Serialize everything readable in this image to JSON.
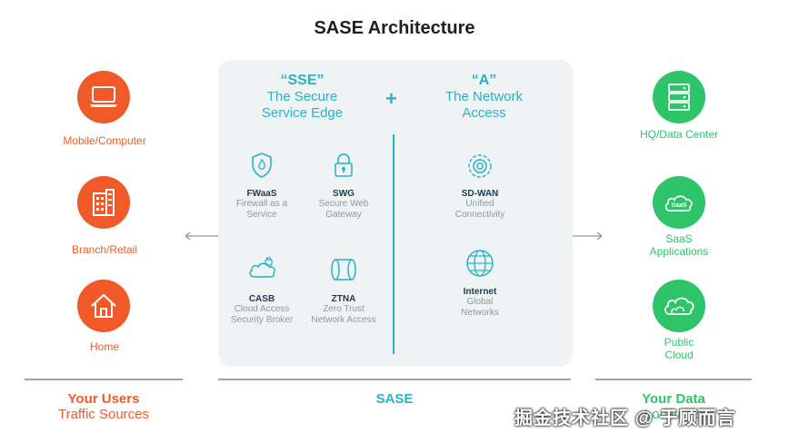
{
  "title": "SASE Architecture",
  "users": {
    "items": [
      {
        "label": "Mobile/Computer",
        "icon": "laptop-icon"
      },
      {
        "label": "Branch/Retail",
        "icon": "building-icon"
      },
      {
        "label": "Home",
        "icon": "house-icon"
      }
    ],
    "footer_bold": "Your Users",
    "footer_light": "Traffic Sources"
  },
  "sse": {
    "quote": "“SSE”",
    "line1": "The Secure",
    "line2": "Service Edge",
    "features": [
      {
        "name": "FWaaS",
        "desc1": "Firewall as a",
        "desc2": "Service",
        "desc3": "",
        "icon": "shield-icon"
      },
      {
        "name": "SWG",
        "desc1": "Secure Web",
        "desc2": "Gateway",
        "desc3": "",
        "icon": "lock-icon"
      },
      {
        "name": "CASB",
        "desc1": "Cloud Access",
        "desc2": "Security Broker",
        "desc3": "",
        "icon": "cloud-lock-icon"
      },
      {
        "name": "ZTNA",
        "desc1": "Zero Trust",
        "desc2": "Network Access",
        "desc3": "",
        "icon": "tunnel-icon"
      }
    ]
  },
  "plus": "+",
  "access": {
    "quote": "“A”",
    "line1": "The Network",
    "line2": "Access",
    "features": [
      {
        "name": "SD-WAN",
        "desc1": "Unified",
        "desc2": "Connectivity",
        "icon": "network-gear-icon"
      },
      {
        "name": "Internet",
        "desc1": "Global",
        "desc2": "Networks",
        "icon": "globe-icon"
      }
    ]
  },
  "sase_label": "SASE",
  "data": {
    "items": [
      {
        "label1": "HQ/Data Center",
        "label2": "",
        "icon": "server-icon"
      },
      {
        "label1": "SaaS",
        "label2": "Applications",
        "icon": "saas-cloud-icon"
      },
      {
        "label1": "Public",
        "label2": "Cloud",
        "icon": "cloud-icon"
      }
    ],
    "footer_bold": "Your Data",
    "footer_light": "Locations"
  },
  "watermark": "掘金技术社区 @ 于顾而言",
  "colors": {
    "orange": "#f05a28",
    "teal": "#27b3c6",
    "green": "#2ec46a",
    "panel": "#eff3f3"
  }
}
